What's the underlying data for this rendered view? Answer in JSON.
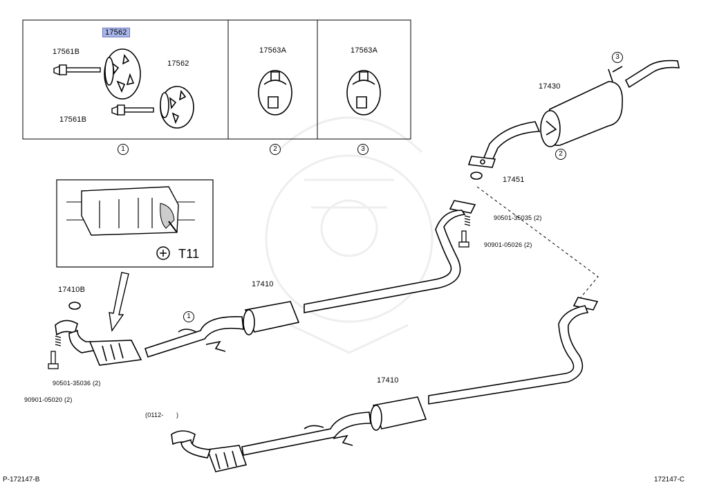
{
  "parts": {
    "highlighted_part": "17562",
    "hanger_bolt_upper": "17561B",
    "hanger_bolt_lower": "17561B",
    "hanger_rubber_b": "17562",
    "hanger_rubber_a_2": "17563A",
    "hanger_rubber_a_3": "17563A",
    "tailpipe_muffler": "17430",
    "gasket_rear": "17451",
    "spring_upper": "90501-35035 (2)",
    "bolt_upper": "90901-05026 (2)",
    "gasket_front": "17410B",
    "front_pipe_upper": "17410",
    "front_pipe_lower": "17410",
    "spring_lower": "90501-35036 (2)",
    "bolt_lower": "90901-05020 (2)",
    "date_range": "(0112-　　)"
  },
  "callouts": {
    "group_1": "1",
    "group_2": "2",
    "group_3": "3",
    "pipe_1": "1",
    "muffler_2": "2",
    "tail_3": "3"
  },
  "inset": {
    "label": "T11"
  },
  "footer": {
    "left_code": "P-172147-B",
    "right_code": "172147-C"
  }
}
